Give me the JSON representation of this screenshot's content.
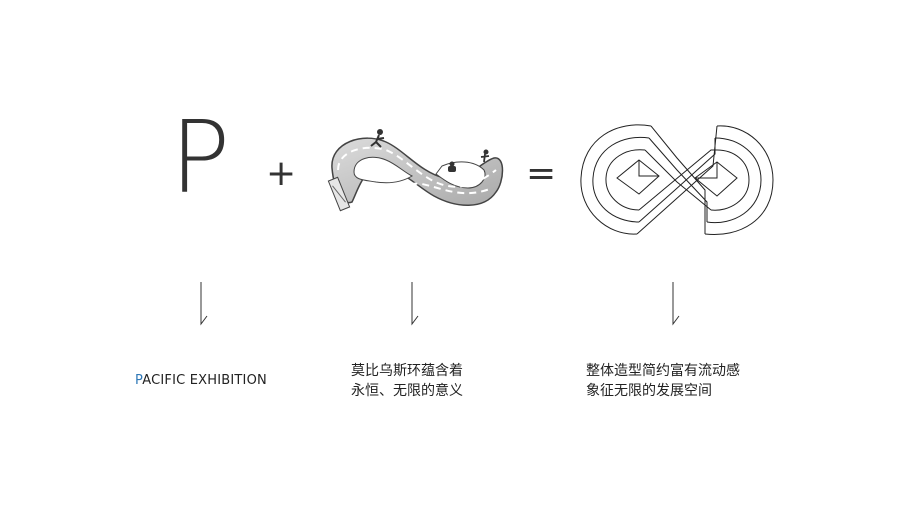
{
  "equation": {
    "letter": "P",
    "plus": "+",
    "equals": "="
  },
  "captions": {
    "first_accent": "P",
    "first_rest": "ACIFIC EXHIBITION",
    "second_line1": "莫比乌斯环蕴含着",
    "second_line2": "永恒、无限的意义",
    "third_line1": "整体造型简约富有流动感",
    "third_line2": "象征无限的发展空间"
  },
  "colors": {
    "accent": "#2f78b7",
    "text": "#333333",
    "mobius_fill": "#c8c8c8"
  }
}
